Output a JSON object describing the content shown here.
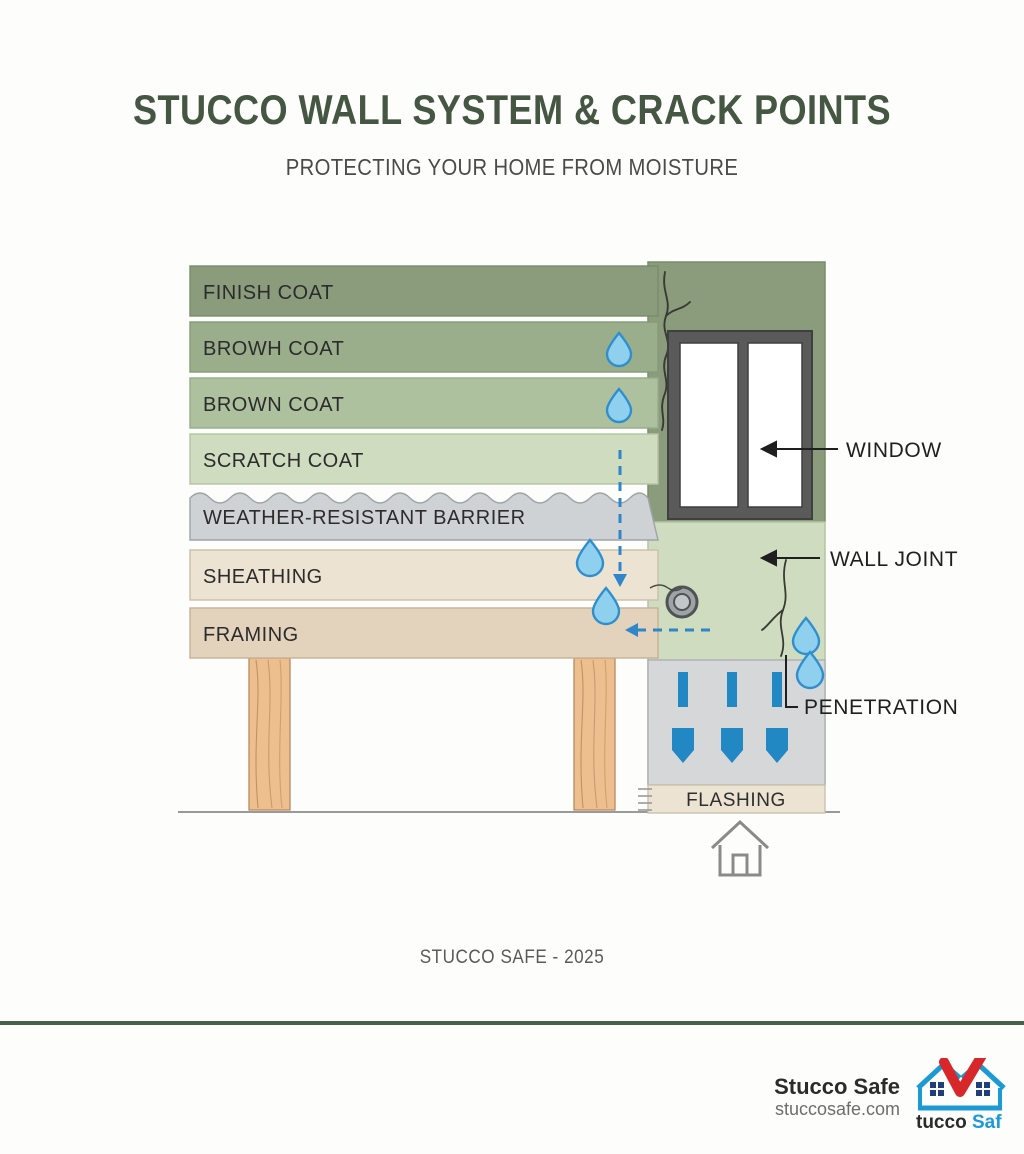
{
  "header": {
    "title": "STUCCO WALL SYSTEM & CRACK POINTS",
    "subtitle": "PROTECTING YOUR HOME FROM MOISTURE"
  },
  "colors": {
    "title_green": "#455642",
    "divider_green": "#46634a",
    "water_blue": "#3d9ad6",
    "water_fill": "#8fd0ef",
    "arrow_blue": "#2288c4",
    "dash_blue": "#2f86c9",
    "window_frame": "#5a5a5a",
    "background": "#fdfdfc"
  },
  "diagram": {
    "layers": [
      {
        "label": "FINISH COAT",
        "fill": "#8a9c7c",
        "stroke": "#7a8c6d"
      },
      {
        "label": "BROWH COAT",
        "fill": "#9aae8c",
        "stroke": "#87997a"
      },
      {
        "label": "BROWN COAT",
        "fill": "#aec19f",
        "stroke": "#97aa89"
      },
      {
        "label": "SCRATCH COAT",
        "fill": "#cfdcc0",
        "stroke": "#b4c4a6"
      },
      {
        "label": "WEATHER-RESISTANT BARRIER",
        "fill": "#cfd2d4",
        "stroke": "#9fa3a6"
      },
      {
        "label": "SHEATHING",
        "fill": "#ece3d2",
        "stroke": "#c9bfa9"
      },
      {
        "label": "FRAMING",
        "fill": "#e4d3bc",
        "stroke": "#c6b195"
      }
    ],
    "flashing_label": "FLASHING",
    "callouts": [
      {
        "label": "WINDOW"
      },
      {
        "label": "WALL JOINT"
      },
      {
        "label": "PENETRATION"
      }
    ],
    "stud_fill": "#edbe8e",
    "stud_stroke": "#b98a5c",
    "right_wall_fill": "#cfdcc0",
    "right_wall_top_fill": "#8a9c7c",
    "gray_panel_fill": "#d5d7d9",
    "house_icon_stroke": "#8a8a8a"
  },
  "credit": "STUCCO SAFE - 2025",
  "brand": {
    "name": "Stucco Safe",
    "url": "stuccosafe.com",
    "logo_text_dark": "tucco",
    "logo_text_blue": "Saf"
  }
}
